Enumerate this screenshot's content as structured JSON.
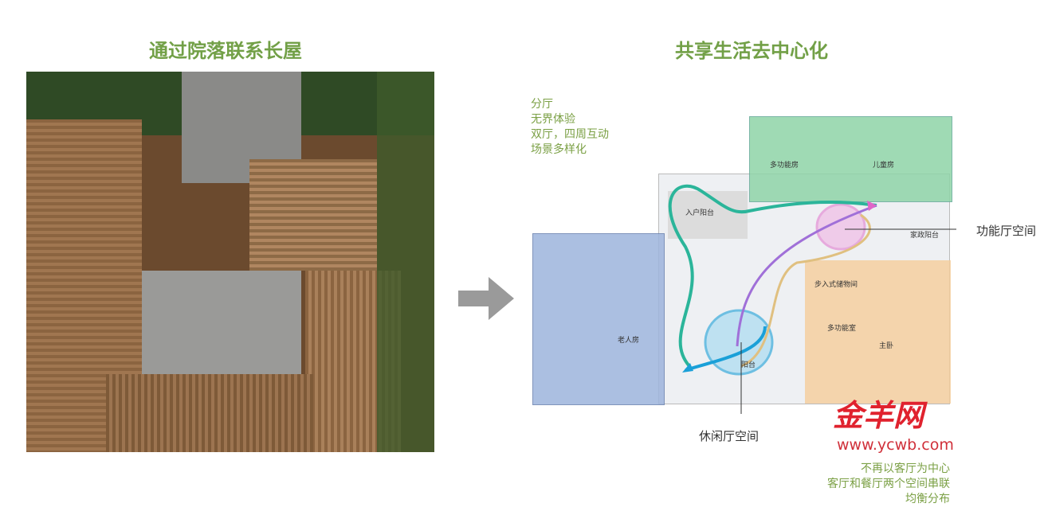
{
  "left": {
    "title": "通过院落联系长屋"
  },
  "right": {
    "title": "共享生活去中心化",
    "notes_top": [
      "分厅",
      "无界体验",
      "双厅，四周互动",
      "场景多样化"
    ],
    "notes_bottom": [
      "不再以客厅为中心",
      "客厅和餐厅两个空间串联",
      "均衡分布"
    ],
    "callouts": {
      "function_hall": "功能厅空间",
      "leisure_hall": "休闲厅空间"
    },
    "rooms": {
      "multi_room": "多功能房",
      "child_room": "儿童房",
      "entry_balcony": "入户阳台",
      "domestic_balcony": "家政阳台",
      "walk_in_closet": "步入式储物间",
      "multi_room_2": "多功能室",
      "master_bedroom": "主卧",
      "elder_room": "老人房",
      "balcony": "阳台"
    },
    "zone_colors": {
      "blue": "#9db4dc",
      "green": "#8fd4a8",
      "orange": "#f5cd9a"
    }
  },
  "watermark": {
    "brand": "金羊网",
    "url": "www.ycwb.com"
  }
}
